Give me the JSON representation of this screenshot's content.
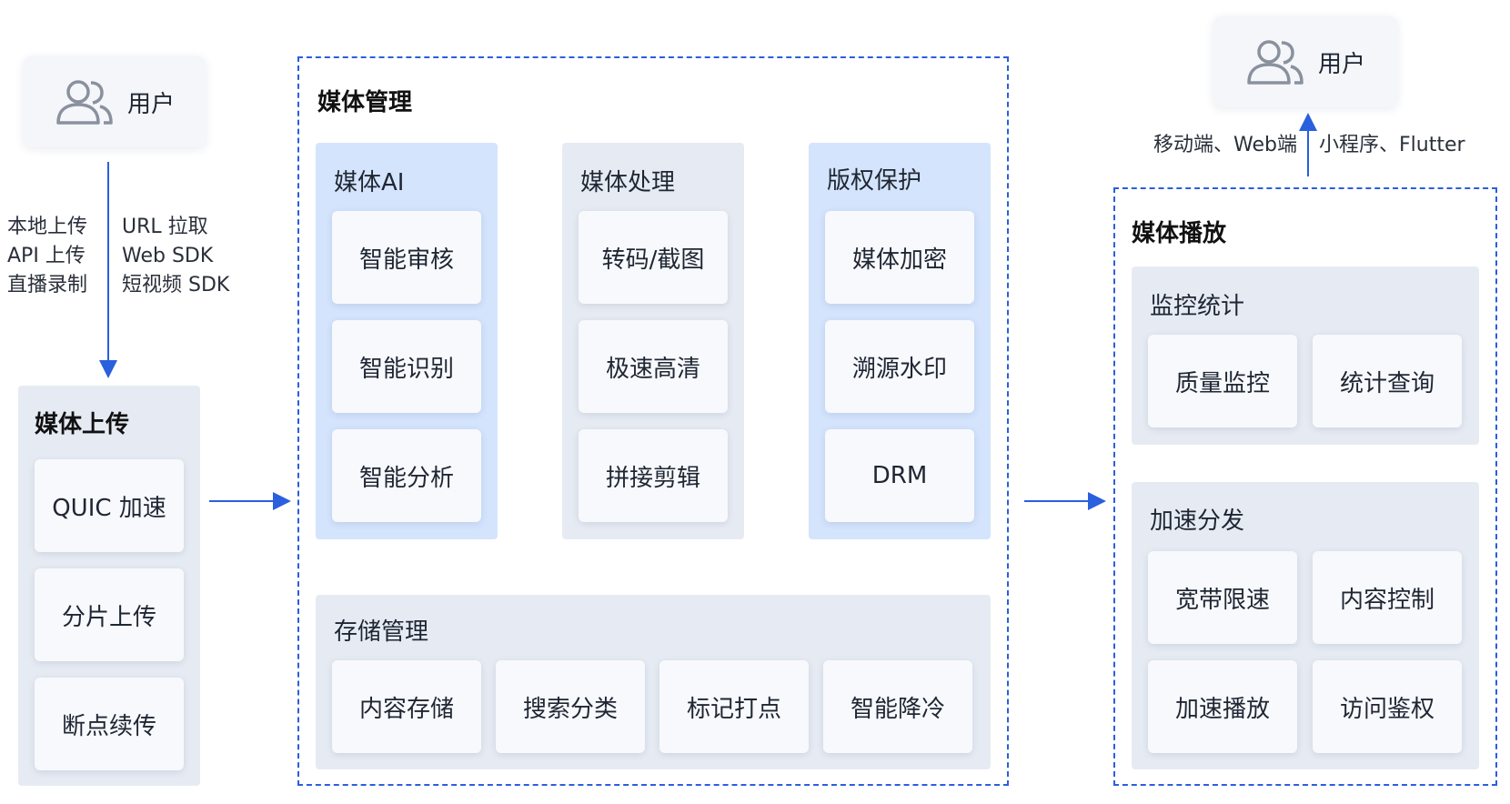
{
  "user_left": {
    "label": "用户"
  },
  "user_right": {
    "label": "用户"
  },
  "upload_labels": {
    "left": [
      "本地上传",
      "API 上传",
      "直播录制"
    ],
    "right": [
      "URL 拉取",
      "Web SDK",
      "短视频 SDK"
    ]
  },
  "media_upload": {
    "title": "媒体上传",
    "items": [
      "QUIC 加速",
      "分片上传",
      "断点续传"
    ]
  },
  "media_management": {
    "title": "媒体管理",
    "groups": [
      {
        "title": "媒体AI",
        "items": [
          "智能审核",
          "智能识别",
          "智能分析"
        ]
      },
      {
        "title": "媒体处理",
        "items": [
          "转码/截图",
          "极速高清",
          "拼接剪辑"
        ]
      },
      {
        "title": "版权保护",
        "items": [
          "媒体加密",
          "溯源水印",
          "DRM"
        ]
      }
    ],
    "storage": {
      "title": "存储管理",
      "items": [
        "内容存储",
        "搜索分类",
        "标记打点",
        "智能降冷"
      ]
    }
  },
  "clients": {
    "left": "移动端、Web端",
    "right": "小程序、Flutter"
  },
  "media_playback": {
    "title": "媒体播放",
    "monitoring": {
      "title": "监控统计",
      "items": [
        "质量监控",
        "统计查询"
      ]
    },
    "acceleration": {
      "title": "加速分发",
      "items": [
        "宽带限速",
        "内容控制",
        "加速播放",
        "访问鉴权"
      ]
    }
  },
  "colors": {
    "accent": "#2a5fdd",
    "panel_blue": "#d4e4fd",
    "panel_gray": "#e6ebf3"
  }
}
